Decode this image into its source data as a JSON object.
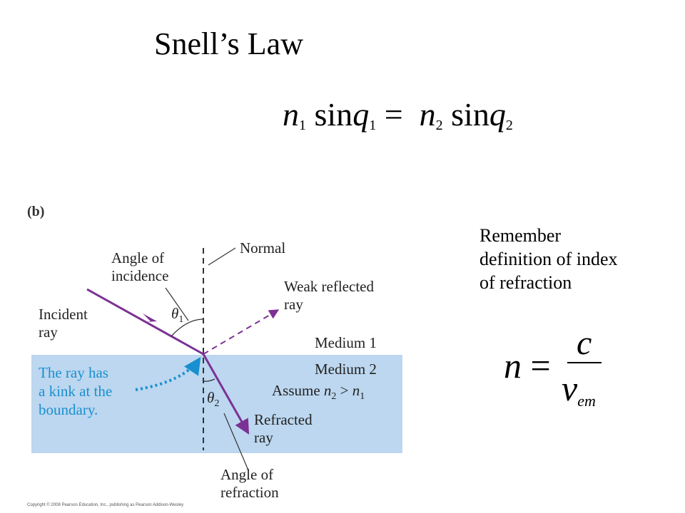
{
  "title": "Snell’s Law",
  "equation": {
    "n1": "n",
    "n1_sub": "1",
    "sin1": "sin",
    "q1": "q",
    "q1_sub": "1",
    "equals": "=",
    "n2": "n",
    "n2_sub": "2",
    "sin2": "sin",
    "q2": "q",
    "q2_sub": "2"
  },
  "figure": {
    "panel_label": "(b)",
    "normal": "Normal",
    "angle_incidence": [
      "Angle of",
      "incidence"
    ],
    "theta1": "θ",
    "theta1_sub": "1",
    "weak_reflected": [
      "Weak reflected",
      "ray"
    ],
    "incident_ray": [
      "Incident",
      "ray"
    ],
    "medium1": "Medium 1",
    "medium2": "Medium 2",
    "assume": "Assume",
    "assume_n2": "n",
    "assume_n2_sub": "2",
    "assume_gt": ">",
    "assume_n1": "n",
    "assume_n1_sub": "1",
    "kink_note": [
      "The ray has",
      "a kink at the",
      "boundary."
    ],
    "theta2": "θ",
    "theta2_sub": "2",
    "refracted_ray": [
      "Refracted",
      "ray"
    ],
    "angle_refraction": [
      "Angle of",
      "refraction"
    ],
    "colors": {
      "medium2": "#bcd7ef",
      "ray": "#7b3294",
      "kink_text": "#1a8fd0"
    }
  },
  "side_note": {
    "lines": [
      "Remember",
      "definition of index",
      "of refraction"
    ]
  },
  "index_formula": {
    "n": "n",
    "equals": "=",
    "c": "c",
    "v": "v",
    "v_sub": "em"
  },
  "copyright": "Copyright © 2008 Pearson Education, Inc., publishing as Pearson Addison-Wesley"
}
